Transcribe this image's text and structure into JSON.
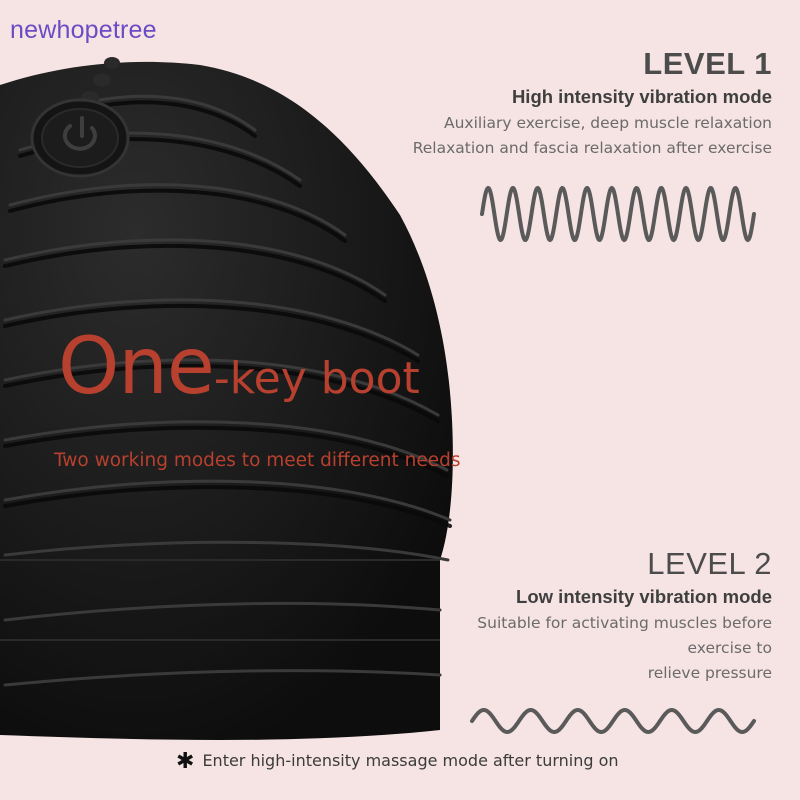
{
  "brand": "newhopetree",
  "level1": {
    "title": "LEVEL 1",
    "mode": "High intensity vibration mode",
    "lines": [
      "Auxiliary exercise, deep muscle relaxation",
      "Relaxation and fascia relaxation after exercise"
    ]
  },
  "headline": {
    "big": "One",
    "rest": "-key boot"
  },
  "subheadline": "Two working modes to meet different needs",
  "level2": {
    "title": "LEVEL 2",
    "mode": "Low intensity vibration mode",
    "lines": [
      "Suitable for activating muscles before",
      "exercise to",
      "relieve pressure"
    ]
  },
  "note": {
    "icon": "asterisk-icon",
    "text": "Enter high-intensity massage mode after turning on"
  },
  "icons": {
    "power": "power-icon",
    "wave_high": "high-frequency-wave-icon",
    "wave_low": "low-frequency-wave-icon"
  },
  "colors": {
    "background": "#f6e3e3",
    "accent": "#b8402e",
    "brand": "#6a4cc4",
    "device": "#1a1a1a",
    "wave": "#5a5a5a"
  }
}
